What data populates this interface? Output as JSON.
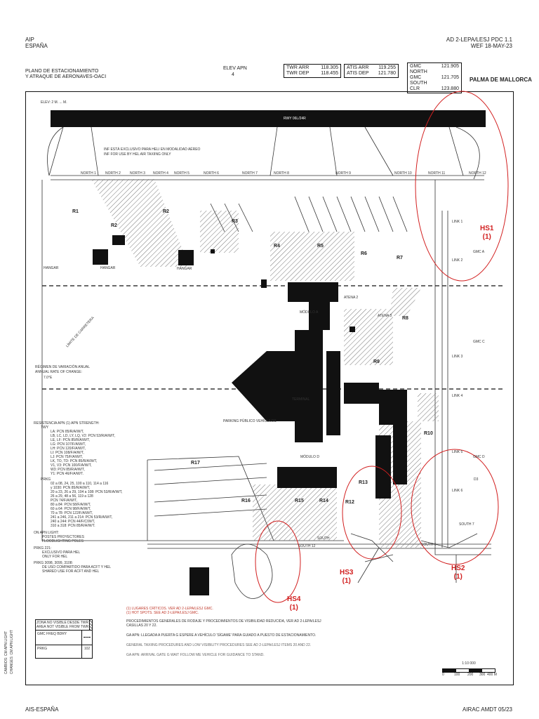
{
  "header": {
    "left_line1": "AIP",
    "left_line2": "ESPAÑA",
    "right_line1": "AD 2-LEPA/LESJ PDC 1.1",
    "right_line2": "WEF 18-MAY-23"
  },
  "chart_title": {
    "line1": "PLANO DE ESTACIONAMIENTO",
    "line2": "Y ATRAQUE DE AERONAVES-OACI",
    "elev_label": "ELEV APN",
    "elev_value": "4"
  },
  "frequencies": {
    "twr": [
      {
        "name": "TWR ARR",
        "value": "118.305"
      },
      {
        "name": "TWR DEP",
        "value": "118.455"
      }
    ],
    "atis": [
      {
        "name": "ATIS ARR",
        "value": "119.255"
      },
      {
        "name": "ATIS DEP",
        "value": "121.780"
      }
    ],
    "gmc": [
      {
        "name": "GMC NORTH",
        "value": "121.905"
      },
      {
        "name": "GMC SOUTH",
        "value": "121.705"
      },
      {
        "name": "CLR",
        "value": "123.880"
      }
    ]
  },
  "airport_name": "PALMA DE MALLORCA",
  "map": {
    "elev_note": "ELEV: 2 M. ... M.",
    "runway_label": "RWY 06L/24R",
    "labels": {
      "hangar": "HANGAR",
      "modulo_a": "MÓDULO A",
      "modulo_d": "MÓDULO D",
      "terminal": "TERMINAL",
      "parking": "PARKING PÚBLICO VEHÍCULOS",
      "apron_note_es": "INF ESTÁ EXCLUSIVO PARA HELI EN MODALIDAD AÉREO",
      "apron_note_en": "INF FOR USE BY HEL AIR TAXIING ONLY",
      "variation_es": "RÉGIMEN DE VARIACIÓN ANUAL",
      "variation_en": "ANNUAL RATE OF CHANGE:",
      "variation_val": "7.0°E",
      "fine_road": "LÍMITE DE CARRETERA"
    },
    "taxiways_north": [
      "NORTH 1",
      "NORTH 2",
      "NORTH 3",
      "NORTH 4",
      "NORTH 5",
      "NORTH 6",
      "NORTH 7",
      "NORTH 8",
      "NORTH 9",
      "NORTH 10",
      "NORTH 11",
      "NORTH 12"
    ],
    "stands": [
      "R1",
      "R2",
      "R3",
      "R4",
      "R5",
      "R6",
      "R7",
      "R8",
      "R9",
      "R10",
      "R12",
      "R13",
      "R14",
      "R15",
      "R16",
      "R17"
    ],
    "links": [
      "LINK 1",
      "LINK 2",
      "LINK 3",
      "LINK 4",
      "LINK 5",
      "LINK 6"
    ],
    "south": [
      "SOUTH 7",
      "SOUTH 6",
      "SOUTH 12",
      "SOUTH"
    ],
    "misc": [
      "GMC A",
      "GMC C",
      "GMC D",
      "ATENA 2",
      "ATENA 3",
      "D3"
    ]
  },
  "hotspots": [
    {
      "id": "HS1",
      "num": "(1)"
    },
    {
      "id": "HS2",
      "num": "(1)"
    },
    {
      "id": "HS3",
      "num": "(1)"
    },
    {
      "id": "HS4",
      "num": "(1)"
    }
  ],
  "strength": {
    "title_es": "RESISTENCIA APN (1) APN STRENGTH:",
    "title_en": "TWY",
    "twy_lines": [
      "LA: PCN 85/R/A/W/T,",
      "LB, LC, LD, LY, LQ, V2: PCN 53/R/A/W/T,",
      "LE, LF: PCN 85/R/A/W/T,",
      "LG: PCN 107/F/A/W/T,",
      "LH: PCN 120/F/A/W/T,",
      "LI: PCN 108/F/A/W/T,",
      "LJ: PCN 75/F/A/W/T,",
      "LK, TO, TD: PCN 85/R/A/W/T,",
      "V1, V3: PCN 100/F/A/W/T,",
      "W3: PCN 85/R/A/W/T,",
      "Y1: PCN 46/F/A/W/T."
    ],
    "prkg_title": "PRKG",
    "prkg_lines": [
      "02 a 08, 24, 25, 100 a 110, 114 a 116",
      "y 1030: PCN 85/R/A/W/T,",
      "20 a 23, 26 a 29, 104 a 108: PCN 53/R/A/W/T,",
      "26 a 29, 48 a 56, 119 a 128",
      "PCN 74/F/A/W/T,",
      "80 a 84: PCN 58/F/A/W/T,",
      "60 a 64: PCN 98/F/A/W/T,",
      "70 a 78: PCN 122/F/A/W/T,",
      "241 a 246, 211 a 214: PCN 53/R/A/W/T,",
      "240 a 244: PCN 44/F/C/W/T,",
      "310 a 318: PCN 85/R/A/W/T."
    ],
    "apn_title": "ON APN LIGHT:",
    "apn_lines": [
      "POSTES PROYECTORES",
      "FLOODLIGHTING POLES"
    ],
    "prkg2_title": "PRKG 221:",
    "prkg2_lines": [
      "EXCLUSIVO PARA HEL",
      "ONLY FOR HEL"
    ],
    "prkg3_title": "PRKG 3098, 3099, 3108:",
    "prkg3_lines": [
      "DE USO COMPARTIDO PARA ACFT Y HEL",
      "SHARED USE FOR ACFT AND HEL"
    ]
  },
  "legend": {
    "row1_es": "ZONA NO VISIBLE DESDE TWR",
    "row1_en": "AREA NOT VISIBLE FROM TWR",
    "row2": "GMC FREQ BDRY",
    "row3": "PRKG",
    "row3_val": "102"
  },
  "notes": {
    "hot_es": "(1) LUGARES CRÍTICOS. VER AD 2-LEPA/LESJ GMC.",
    "hot_en": "(1) HOT SPOTS. SEE AD 2-LEPA/LESJ GMC.",
    "proc_es": "PROCEDIMIENTOS GENERALES DE RODAJE Y PROCEDIMIENTOS DE VISIBILIDAD REDUCIDA, VER AD 2-LEPA/LESJ CASILLAS 20 Y 22.",
    "arr_es": "GA APN: LLEGADA A PUERTA G ESPERE A VEHÍCULO 'SÍGAME' PARA GUIADO A PUESTO DE ESTACIONAMIENTO.",
    "proc_en": "GENERAL TAXIING PROCEDURES AND LOW VISIBILITY PROCEDURES SEE AD 2-LEPA/LESJ ITEMS 20 AND 22.",
    "arr_en": "GA APN: ARRIVAL GATE G WAIT FOLLOW ME VEHICLE FOR GUIDANCE TO STAND."
  },
  "scale": {
    "ratio": "1:10 000",
    "ticks": [
      "0",
      "100",
      "200",
      "300",
      "400 M"
    ]
  },
  "side_text": {
    "es": "CAMBIOS: CM APN LIGHT",
    "en": "CHANGES: CM APN LIGHT"
  },
  "footer": {
    "left": "AIS-ESPAÑA",
    "right": "AIRAC AMDT 05/23"
  }
}
